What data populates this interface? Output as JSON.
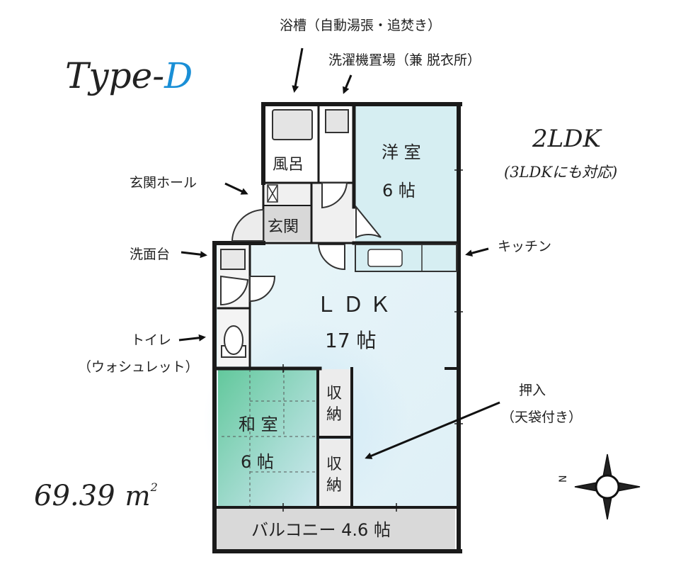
{
  "title": {
    "prefix": "Type-",
    "letter": "D"
  },
  "layout": {
    "type": "2LDK",
    "note": "(3LDKにも対応)"
  },
  "area": {
    "value": "69.39",
    "unit": "m",
    "sup": "2"
  },
  "rooms": {
    "western": {
      "name": "洋 室",
      "size": "6 帖"
    },
    "bath": "風呂",
    "entrance": "玄関",
    "ldk": {
      "name": "ＬＤＫ",
      "size": "17 帖"
    },
    "japanese": {
      "name": "和 室",
      "size": "6 帖"
    },
    "storage_top": [
      "収",
      "納"
    ],
    "storage_bottom": [
      "収",
      "納"
    ],
    "balcony": "バルコニー 4.6 帖"
  },
  "annotations": {
    "bathtub": "浴槽（自動湯張・追焚き）",
    "laundry": "洗濯機置場（兼 脱衣所）",
    "hall": "玄関ホール",
    "washstand": "洗面台",
    "toilet": "トイレ",
    "toilet_note": "（ウォシュレット）",
    "kitchen": "キッチン",
    "closet": "押入",
    "closet_note": "（天袋付き）"
  },
  "compass": {
    "label": "N"
  },
  "colors": {
    "accent_blue": "#1a8fd6",
    "area_red": "#d93030",
    "wall": "#1a1a1a",
    "western_room": "#d6eef2",
    "japanese_room_top": "#62c89c",
    "ldk_glow": "#bfe0f2",
    "balcony": "#d9d9d9"
  }
}
